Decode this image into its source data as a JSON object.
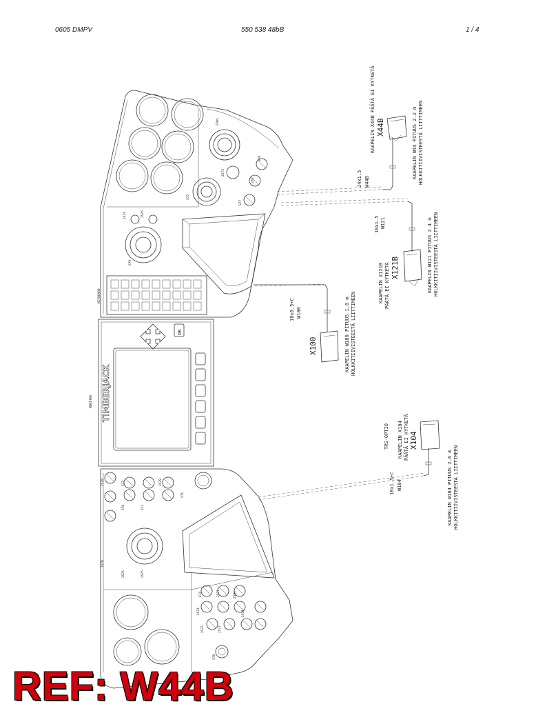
{
  "header": {
    "left": "0605 DMPV",
    "center": "550 538 48bB",
    "right": "1 /  4"
  },
  "reference": "REF: W44B",
  "panel_labels": {
    "keyboard": "KEYBOARD",
    "monitor": "MONITOR",
    "brand": "TIMBERJACK",
    "ok": "OK"
  },
  "upper_panel_components": [
    "S70S",
    "S78",
    "S76",
    "S77",
    "S75",
    "S79",
    "2S74",
    "2S76",
    "2S73"
  ],
  "lower_panel_components": [
    "S71",
    "2S78",
    "2S70",
    "2S76",
    "2S75",
    "2S74",
    "2S73",
    "2S72",
    "S78",
    "2S71",
    "2S81",
    "2S77",
    "S74",
    "S73",
    "S72",
    "2S79",
    "S70"
  ],
  "cables": {
    "w44b": {
      "spec": "24x1.5",
      "wire": "W44B",
      "connector": "X44B",
      "note1": "KAAPELIN X44B PÄÄTÄ EI KYTKETÄ",
      "note2": "KAAPELIN W44 PITUUS 2.2 m",
      "note3": "HOLKKITIIVISTEESTÄ LIITTIMEEN"
    },
    "w121": {
      "spec": "18x1.5",
      "wire": "W121",
      "connector": "X121B",
      "note1": "KAAPELIN X121B",
      "note1b": "PÄÄTÄ EI KYTKETÄ",
      "note2": "KAAPELIN W121 PITUUS 2.4 m",
      "note3": "HOLKKITIIVISTEESTÄ LIITTIMEEN"
    },
    "w100": {
      "spec": "18x0.5+C",
      "wire": "W100",
      "connector": "X100",
      "note2": "KAAPELIN W100 PITUUS 1.0 m",
      "note3": "HOLKKITIIVISTEESTÄ LIITTIMEEN"
    },
    "w104": {
      "spec": "18x1.5+C",
      "wire": "W104",
      "connector": "X104",
      "note0": "TRS-OPTIO",
      "note1": "KAAPELIN X104",
      "note1b": "PÄÄTÄ EI KYTKETÄ",
      "note2": "KAAPELIN W104 PITUUS 2.6 m",
      "note3": "HOLKKITIIVISTEESTÄ LIITTIMEEN"
    }
  }
}
